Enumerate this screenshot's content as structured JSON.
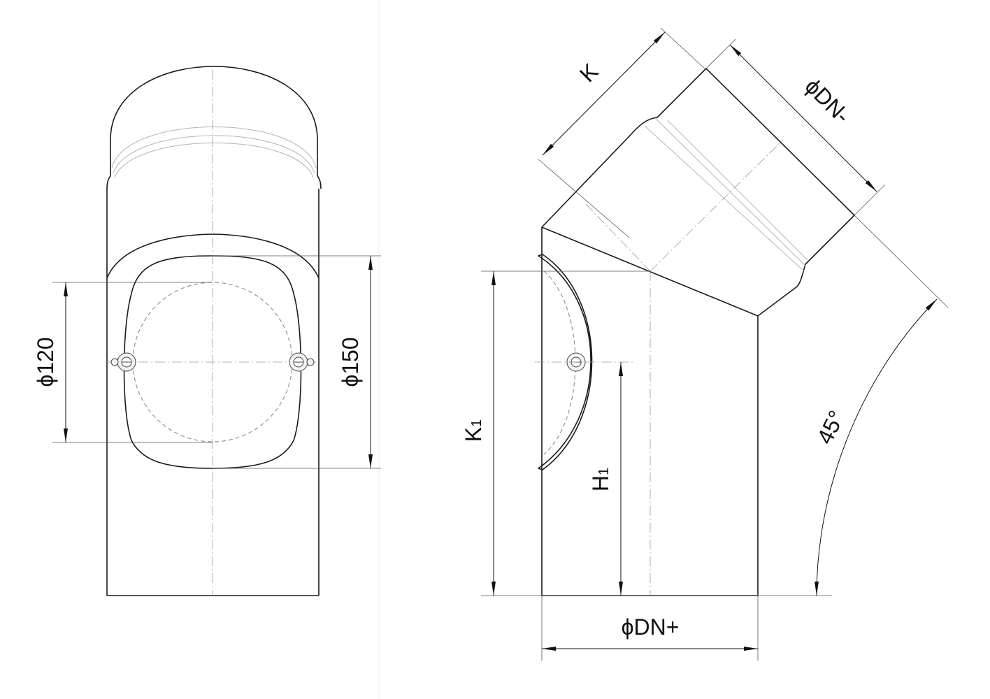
{
  "dimensions": {
    "front_view": {
      "inner_diameter": "ϕ120",
      "outer_diameter": "ϕ150"
    },
    "side_view": {
      "length": "K",
      "outlet_diameter": "ϕDN-",
      "inlet_diameter": "ϕDN+",
      "angle": "45°",
      "height_total": {
        "letter": "K",
        "subscript": "1"
      },
      "height_opening": {
        "letter": "H",
        "subscript": "1"
      }
    }
  }
}
